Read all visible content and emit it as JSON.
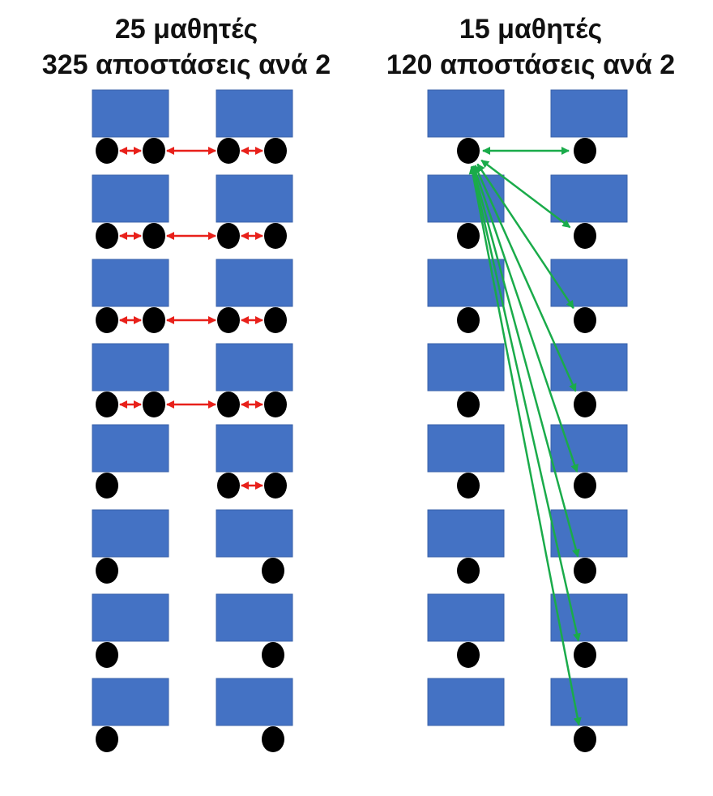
{
  "left_panel": {
    "title_line1": "25 μαθητές",
    "title_line2": "325 αποστάσεις ανά 2"
  },
  "right_panel": {
    "title_line1": "15 μαθητές",
    "title_line2": "120 αποστάσεις ανά 2"
  },
  "colors": {
    "desk": "#4472C4",
    "desk_border": "#3a62aa",
    "student": "#000000",
    "red_arrow": "#e8201a",
    "green_arrow": "#1aab4a"
  },
  "icons": {
    "desk": "rectangle",
    "student": "black-circle",
    "distance": "double-headed-arrow"
  }
}
